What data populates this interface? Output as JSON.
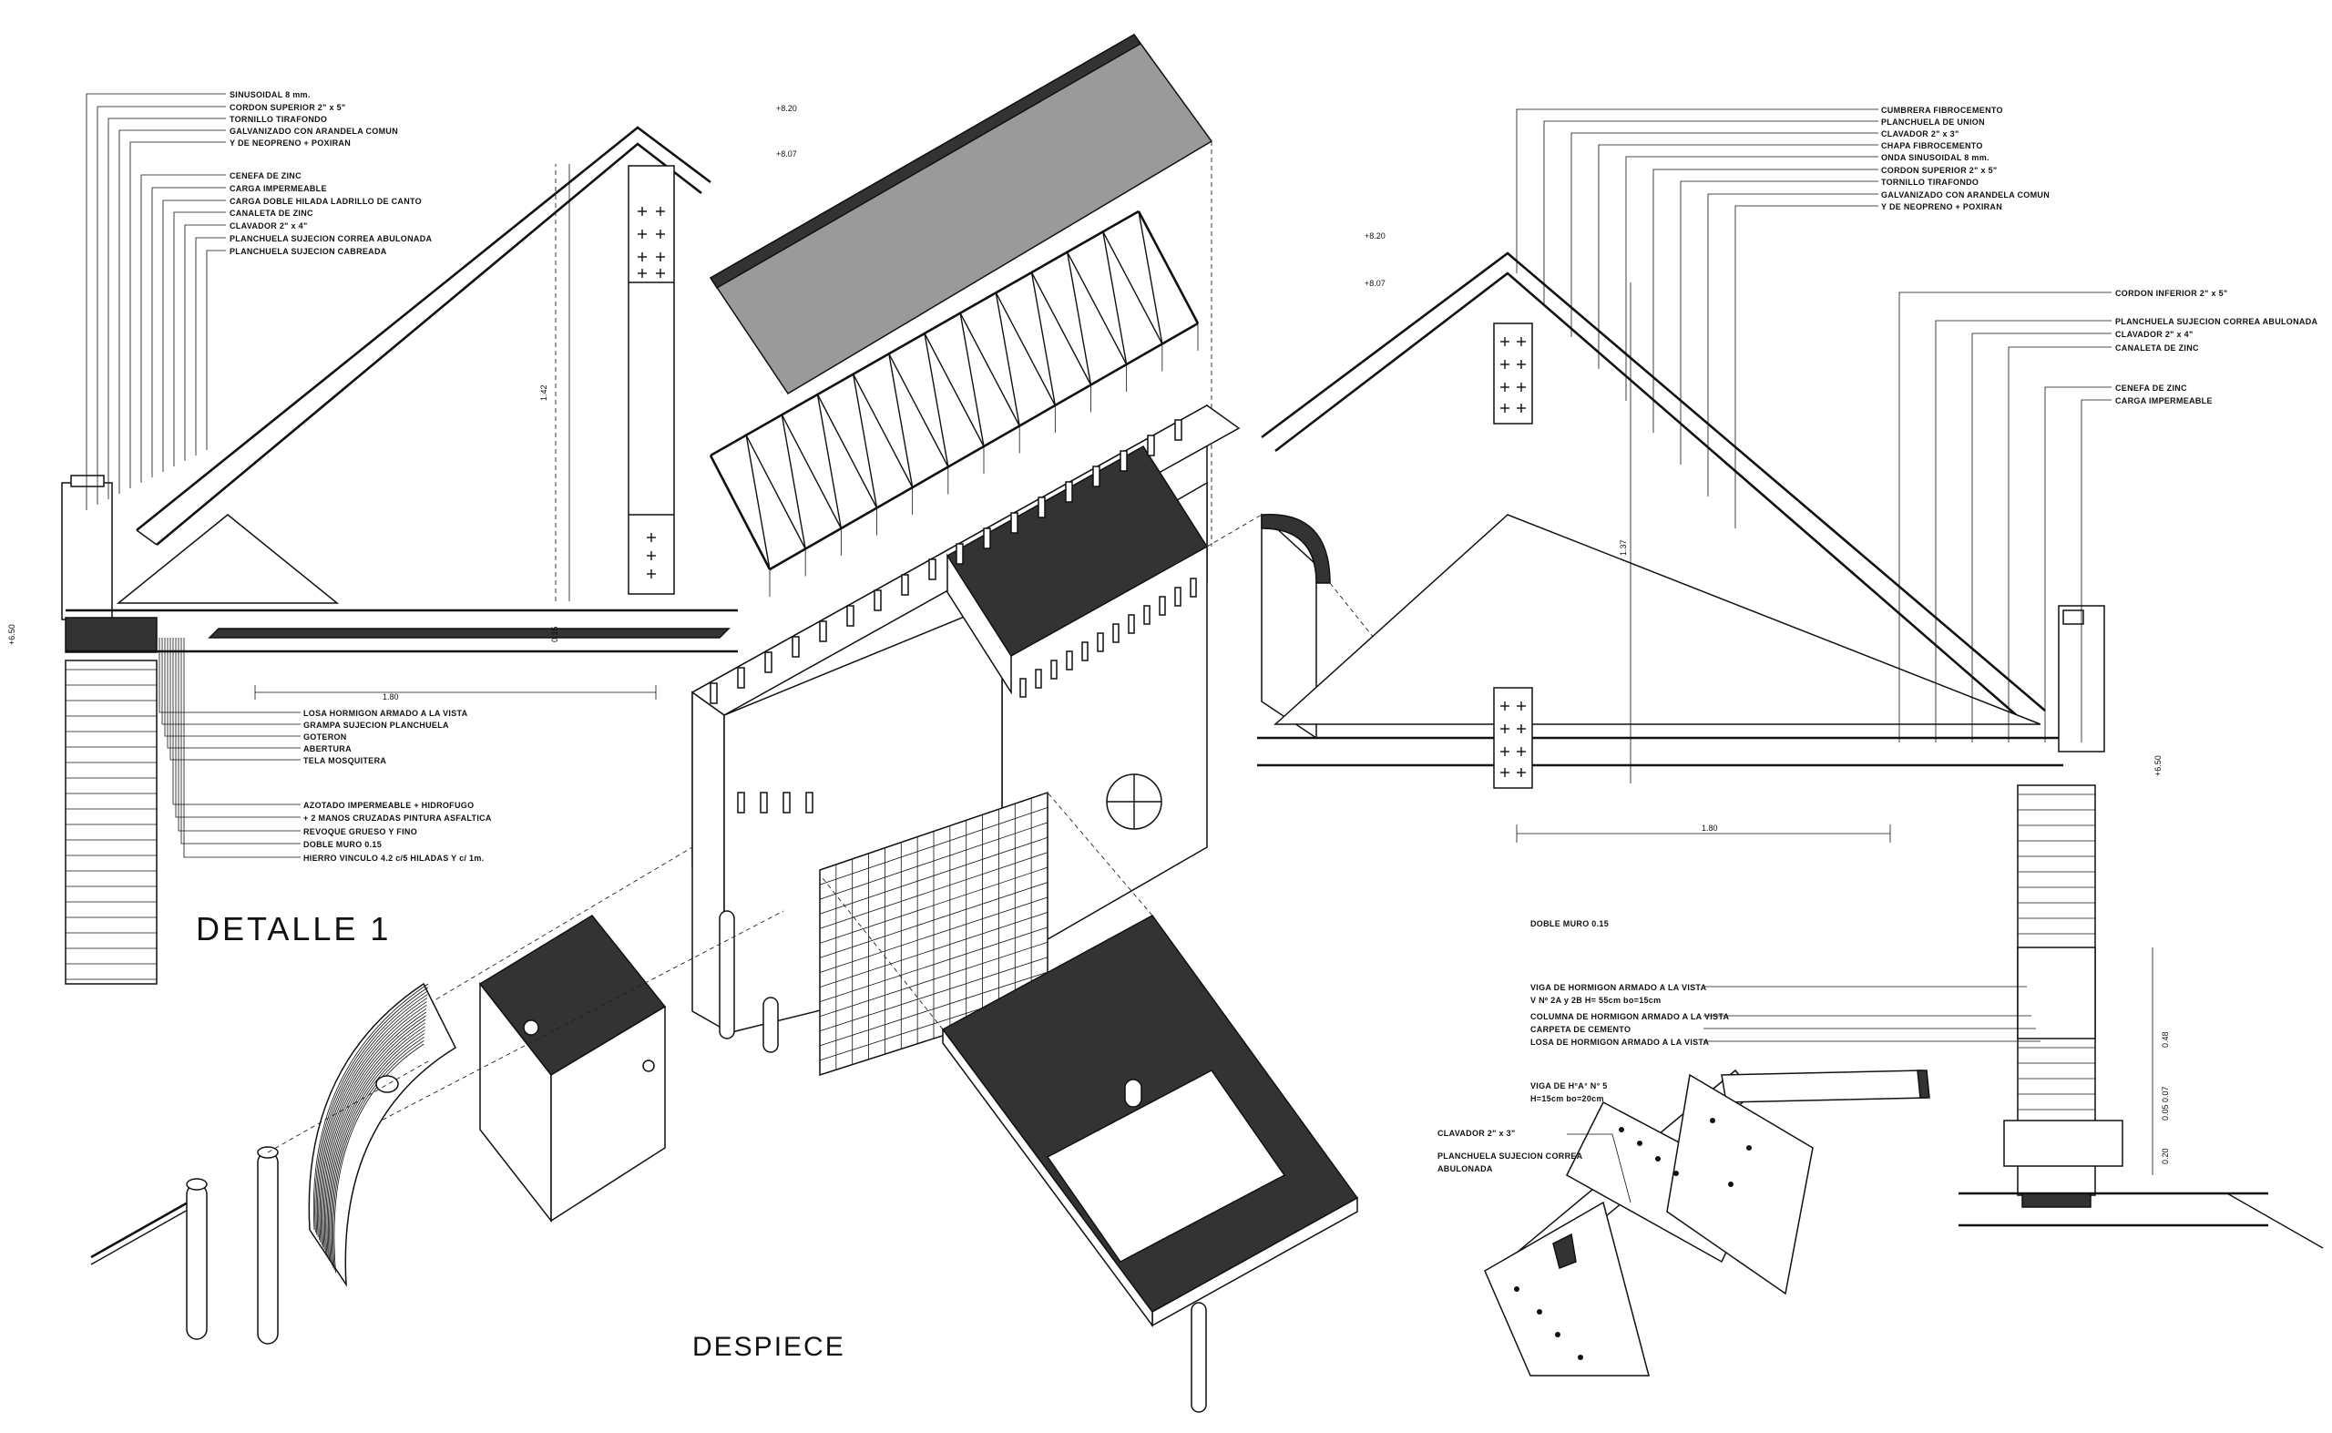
{
  "titles": {
    "detalle": "DETALLE 1",
    "despiece": "DESPIECE"
  },
  "left_detail": {
    "labels_top": [
      "SINUSOIDAL  8 mm.",
      "CORDON SUPERIOR  2\" x 5\"",
      "TORNILLO TIRAFONDO",
      "GALVANIZADO CON ARANDELA COMUN",
      "Y DE NEOPRENO + POXIRAN"
    ],
    "labels_mid": [
      "CENEFA DE ZINC",
      "CARGA IMPERMEABLE",
      "CARGA DOBLE HILADA LADRILLO DE CANTO",
      "CANALETA DE ZINC",
      "CLAVADOR  2\" x 4\"",
      "PLANCHUELA SUJECION CORREA ABULONADA",
      "PLANCHUELA SUJECION CABREADA"
    ],
    "labels_bottom_a": [
      "LOSA HORMIGON ARMADO A LA VISTA",
      "GRAMPA SUJECION PLANCHUELA",
      "GOTERON",
      "ABERTURA",
      "TELA MOSQUITERA"
    ],
    "labels_bottom_b": [
      "AZOTADO IMPERMEABLE + HIDROFUGO",
      "+ 2 MANOS CRUZADAS PINTURA ASFALTICA",
      "REVOQUE GRUESO Y FINO",
      "DOBLE MURO 0.15",
      "HIERRO VINCULO 4.2 c/5 HILADAS Y c/ 1m."
    ],
    "dims": {
      "height": "1.42",
      "width": "1.80",
      "slab": "0.15",
      "level": "+6.50"
    }
  },
  "center_levels": {
    "top": "+8.20",
    "second": "+8.07"
  },
  "right_detail": {
    "labels_top": [
      "CUMBRERA  FIBROCEMENTO",
      "PLANCHUELA DE UNION",
      "CLAVADOR  2\" x 3\"",
      "CHAPA  FIBROCEMENTO",
      "ONDA SINUSOIDAL  8 mm.",
      "CORDON SUPERIOR  2\" x 5\"",
      "TORNILLO TIRAFONDO",
      "GALVANIZADO CON ARANDELA COMUN",
      "Y DE NEOPRENO + POXIRAN"
    ],
    "labels_side": [
      "CORDON INFERIOR  2\" x 5\"",
      "PLANCHUELA SUJECION CORREA ABULONADA",
      "CLAVADOR  2\" x 4\"",
      "CANALETA DE ZINC",
      "CENEFA DE ZINC",
      "CARGA IMPERMEABLE"
    ],
    "labels_lower": [
      "DOBLE  MURO  0.15",
      "VIGA DE HORMIGON ARMADO A LA VISTA",
      "V Nº 2A  y 2B    H= 55cm  bo=15cm",
      "COLUMNA DE HORMIGON ARMADO A LA VISTA",
      "CARPETA DE CEMENTO",
      "LOSA DE HORMIGON ARMADO A LA VISTA",
      "VIGA DE  H°A° N° 5",
      "H=15cm   bo=20cm",
      "CLAVADOR  2\" x 3\"",
      "PLANCHUELA SUJECION CORREA",
      "ABULONADA"
    ],
    "dims": {
      "height": "1.37",
      "width": "1.80",
      "level": "+6.50",
      "top": "+8.20",
      "second": "+8.07",
      "v1": "0.48",
      "v2": "0.20",
      "v3": "0.05 0.07"
    }
  }
}
